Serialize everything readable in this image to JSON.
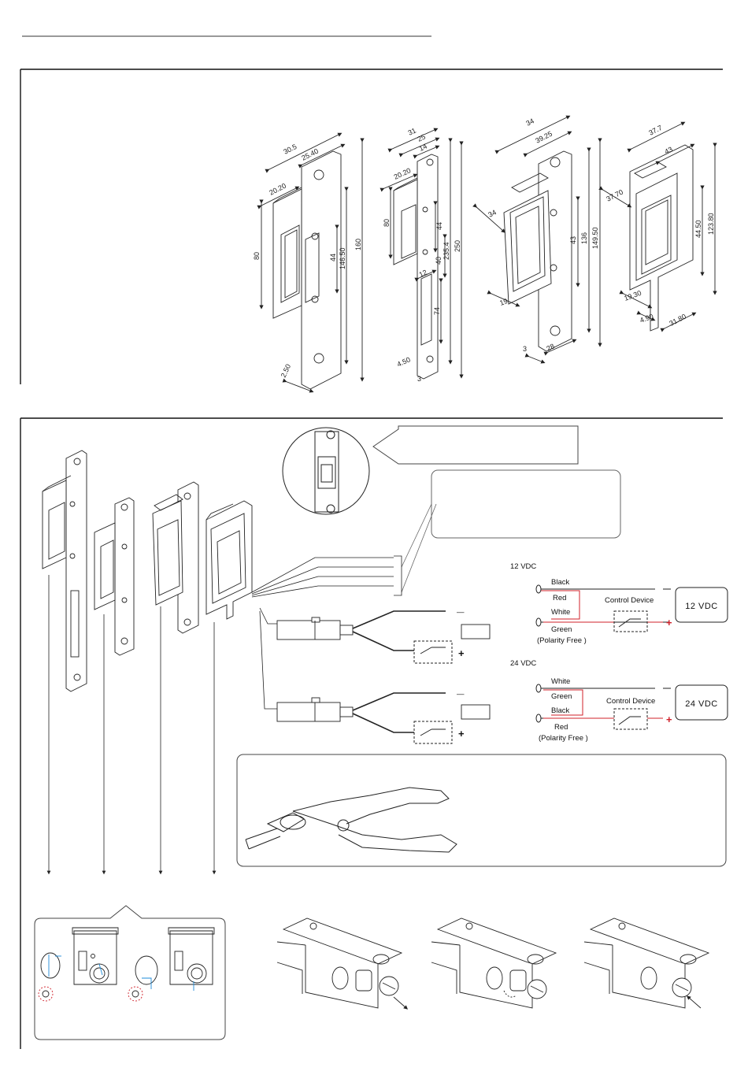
{
  "dimensions": {
    "model_a": {
      "w1": "30.5",
      "w2": "25.40",
      "d": "20.20",
      "h_body": "80",
      "h_mid": "44",
      "h_plate": "146.50",
      "h_total": "160",
      "t": "2.50"
    },
    "model_b": {
      "w1": "31",
      "w2": "25",
      "w3": "14",
      "d": "20.20",
      "h_body": "80",
      "h_mid": "44",
      "h_b": "40",
      "h_plate": "235.4",
      "h_total": "250",
      "slot_w": "12",
      "slot_h": "74",
      "hole": "4.50",
      "t": "3"
    },
    "model_c": {
      "w1": "34",
      "w2": "39.25",
      "d": "34",
      "h_mid": "43",
      "h_plate": "136",
      "h_total": "149.50",
      "b": "19",
      "c": "28",
      "t": "3"
    },
    "model_d": {
      "w1": "37.7",
      "w2": "43",
      "d": "37.70",
      "h_mid": "44.50",
      "h_total": "123.80",
      "b": "19.30",
      "t": "4.90",
      "c": "31.80"
    }
  },
  "wiring": {
    "v12": {
      "heading": "12 VDC",
      "wires": [
        "Black",
        "Red",
        "White",
        "Green"
      ],
      "note": "(Polarity Free )",
      "control": "Control Device",
      "supply": "12 VDC"
    },
    "v24": {
      "heading": "24 VDC",
      "wires": [
        "White",
        "Green",
        "Black",
        "Red"
      ],
      "note": "(Polarity Free )",
      "control": "Control Device",
      "supply": "24 VDC"
    },
    "minus": "—",
    "plus": "+"
  },
  "colors": {
    "line": "#222222",
    "accent": "#d0202a",
    "arrow": "#1e8bd8",
    "ring": "#d0202a"
  }
}
